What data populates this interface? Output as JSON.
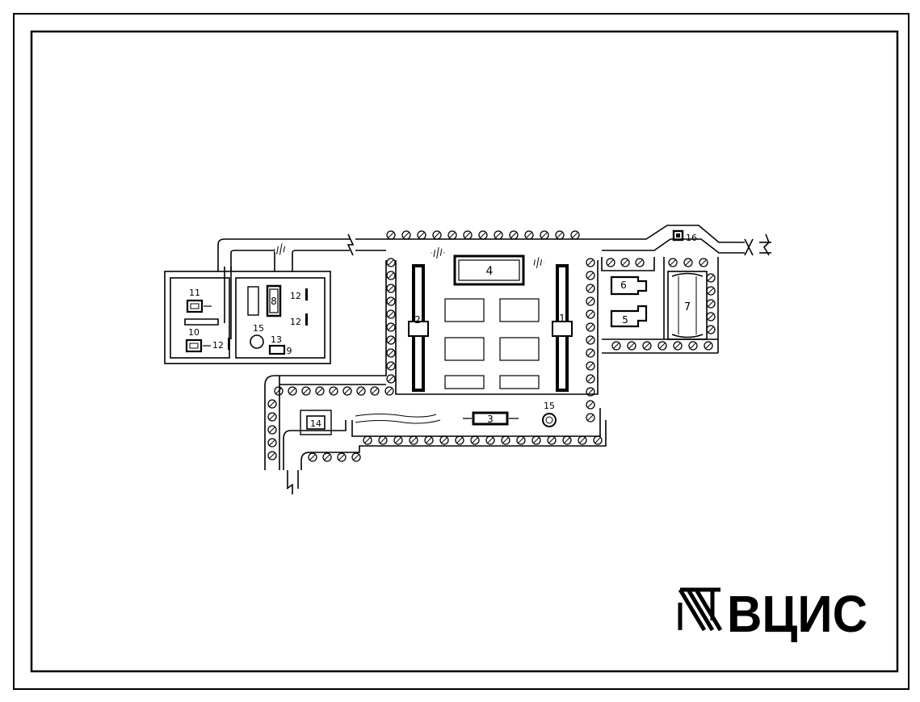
{
  "colors": {
    "ink": "#000000",
    "paper": "#ffffff",
    "hatch": "#000000"
  },
  "icons": {
    "tree": "tree-circle-icon",
    "well": "well-circle-icon",
    "arrow": "arrow-icon",
    "break": "line-break-icon",
    "bush": "shrub-hatch-icon",
    "seal": "vncs-seal-icon"
  },
  "labels": {
    "b1": "1",
    "b2": "2",
    "b3": "3",
    "b4": "4",
    "b5": "5",
    "b6": "6",
    "b7": "7",
    "b8": "8",
    "b9": "9",
    "b10": "10",
    "b11": "11",
    "b12a": "12",
    "b12b": "12",
    "b12c": "12",
    "b13": "13",
    "b14": "14",
    "b15a": "15",
    "b15b": "15",
    "b16": "16"
  },
  "logo": {
    "text": "ВЦИС"
  }
}
